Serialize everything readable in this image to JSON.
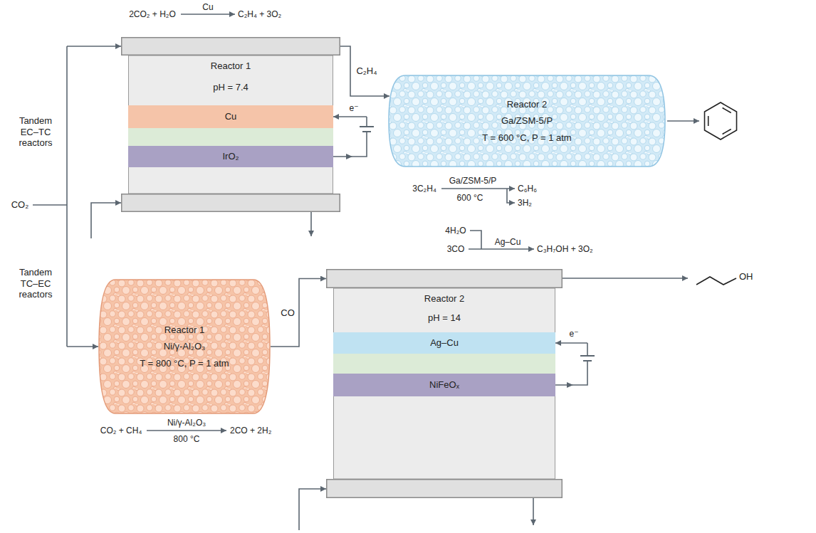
{
  "diagram": {
    "nodes": [
      {
        "text": [
          "Reactor 1",
          "pH = 7.4"
        ]
      },
      {
        "text": [
          "Cu"
        ],
        "in": 0
      },
      {
        "text": [
          "IrO₂"
        ],
        "in": 0
      },
      {
        "text": [
          "Reactor 2",
          "Ga/ZSM-5/P",
          "T = 600 °C, P = 1 atm"
        ]
      },
      {
        "text": [
          "Reactor 1",
          "Ni/γ-Al₂O₃",
          "T = 800 °C, P = 1 atm"
        ]
      },
      {
        "text": [
          "Reactor 2",
          "pH = 14"
        ]
      },
      {
        "text": [
          "Ag–Cu"
        ],
        "in": 5
      },
      {
        "text": [
          "NiFeOₓ"
        ],
        "in": 5
      }
    ],
    "edges": [
      {
        "from": 0,
        "to": 3,
        "arrow": "to",
        "label": "C₂H₄"
      },
      {
        "from": 4,
        "to": 5,
        "arrow": "to",
        "label": "CO"
      }
    ],
    "labels": [
      "2CO₂ + H₂O",
      "Cu",
      "C₂H₄ + 3O₂",
      "Tandem EC–TC reactors",
      "e⁻",
      "CO₂",
      "3C₂H₄",
      "Ga/ZSM-5/P",
      "C₆H₆",
      "600 °C",
      "3H₂",
      "Tandem TC–EC reactors",
      "4H₂O",
      "3CO",
      "Ag–Cu",
      "C₃H₇OH + 3O₂",
      "OH",
      "e⁻",
      "CO₂ + CH₄",
      "Ni/γ-Al₂O₃",
      "800 °C",
      "2CO + 2H₂"
    ]
  }
}
